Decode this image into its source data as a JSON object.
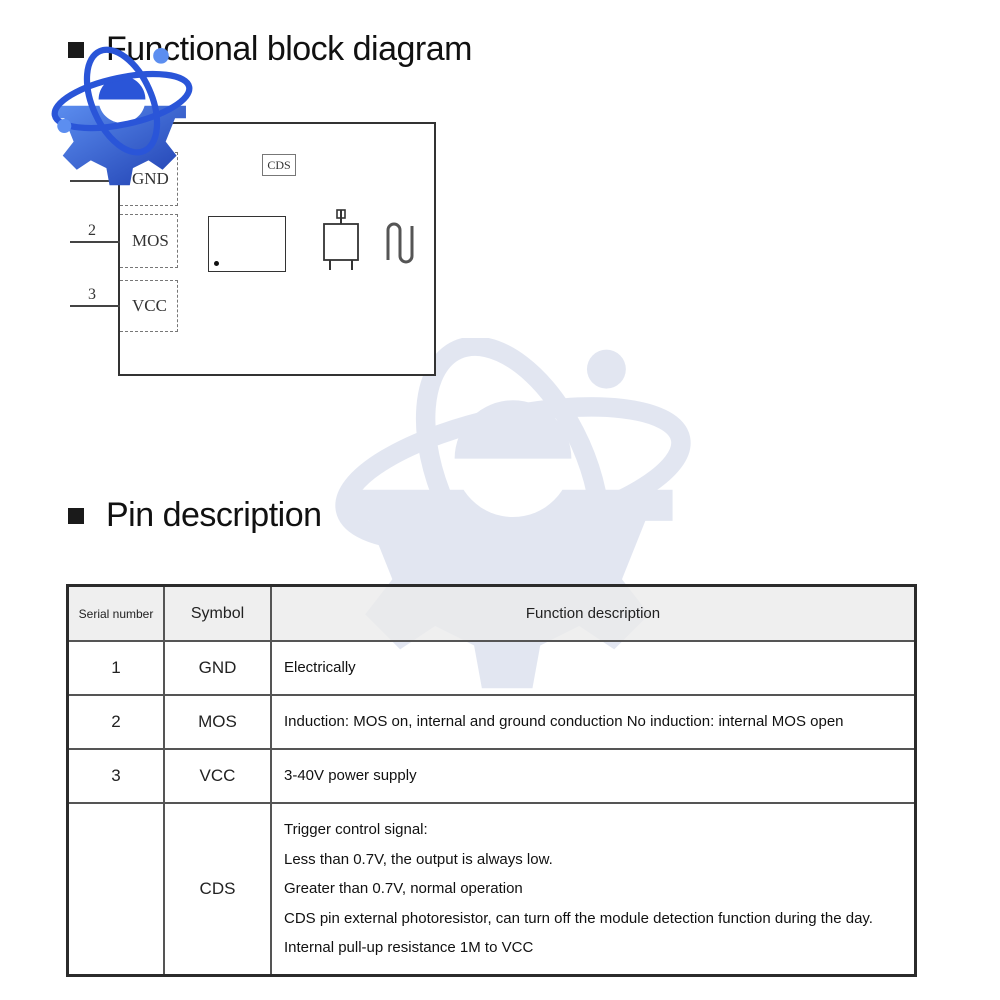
{
  "sections": {
    "block_diagram_title": "Functional block diagram",
    "pin_description_title": "Pin description"
  },
  "diagram": {
    "pins": [
      {
        "number": "",
        "label": "GND"
      },
      {
        "number": "2",
        "label": "MOS"
      },
      {
        "number": "3",
        "label": "VCC"
      }
    ],
    "cds_label": "CDS"
  },
  "table": {
    "headers": [
      "Serial number",
      "Symbol",
      "Function description"
    ],
    "rows": [
      {
        "serial": "1",
        "symbol": "GND",
        "description": [
          "Electrically"
        ]
      },
      {
        "serial": "2",
        "symbol": "MOS",
        "description": [
          "Induction: MOS on, internal and ground conduction No induction: internal MOS open"
        ]
      },
      {
        "serial": "3",
        "symbol": "VCC",
        "description": [
          "3-40V power supply"
        ]
      },
      {
        "serial": "",
        "symbol": "CDS",
        "description": [
          "Trigger control signal:",
          "Less than 0.7V, the output is always low.",
          "Greater than 0.7V, normal operation",
          "CDS pin external photoresistor, can turn off the module detection function during the day.",
          "Internal pull-up resistance 1M to VCC"
        ]
      }
    ]
  },
  "colors": {
    "logo_blue": "#1f3fb0",
    "logo_light": "#5c8ef0",
    "watermark": "#7f93c4"
  }
}
